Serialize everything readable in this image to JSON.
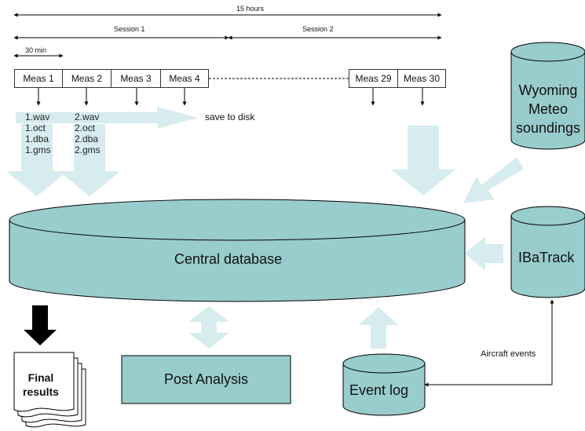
{
  "timeline": {
    "total_label": "15 hours",
    "session1_label": "Session 1",
    "session2_label": "Session 2",
    "interval_label": "30 min"
  },
  "measurements": [
    "Meas 1",
    "Meas 2",
    "Meas 3",
    "Meas 4",
    "Meas 29",
    "Meas 30"
  ],
  "files": {
    "meas1": [
      "1.wav",
      "1.oct",
      "1.dba",
      "1.gms"
    ],
    "meas2": [
      "2.wav",
      "2.oct",
      "2.dba",
      "2.gms"
    ],
    "save_label": "save to disk"
  },
  "nodes": {
    "wyoming": "Wyoming Meteo soundings",
    "wyoming_lines": [
      "Wyoming",
      "Meteo",
      "soundings"
    ],
    "central_database": "Central database",
    "ibatrack": "IBaTrack",
    "post_analysis": "Post Analysis",
    "event_log": "Event log",
    "final_results_lines": [
      "Final",
      "results"
    ]
  },
  "edges": {
    "aircraft_events": "Aircraft events"
  },
  "colors": {
    "shape_fill": "#99cccc",
    "light_arrow": "#d6ecef",
    "line": "#000000"
  }
}
